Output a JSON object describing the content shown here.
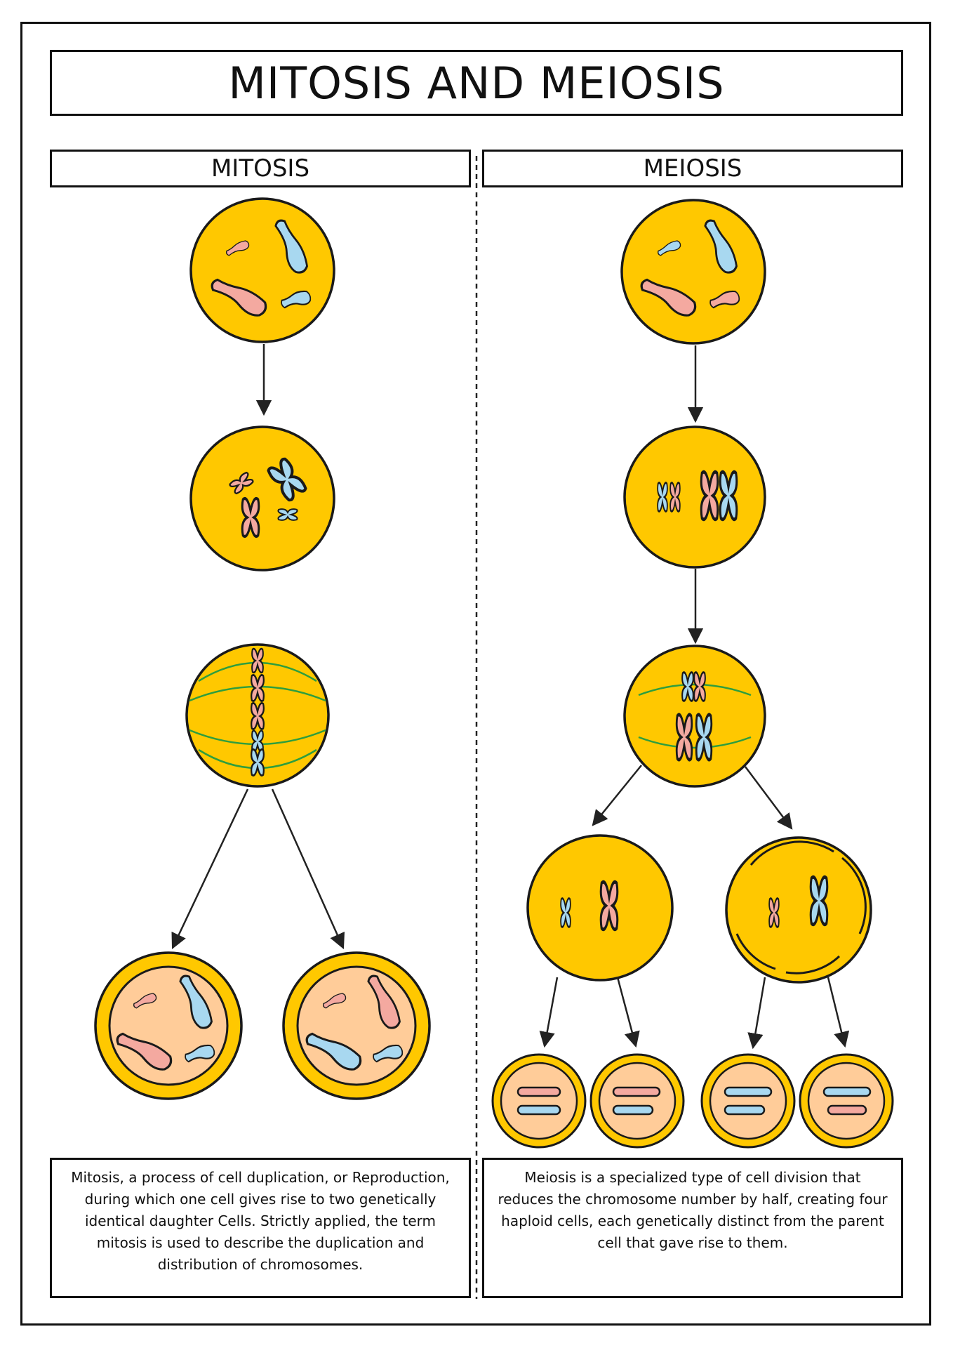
{
  "title": "MITOSIS AND MEIOSIS",
  "mitosis": {
    "heading": "MITOSIS",
    "description": "Mitosis, a process of cell duplication, or Reproduction, during which one cell gives rise to two genetically identical daughter Cells. Strictly applied, the term mitosis is used to describe the duplication and distribution of chromosomes."
  },
  "meiosis": {
    "heading": "MEIOSIS",
    "description": "Meiosis is a specialized type of cell division that reduces the chromosome number by half, creating four haploid cells, each genetically distinct from the parent cell that gave rise to them."
  },
  "colors": {
    "cell_fill": "#FFC800",
    "cell_inner": "#FFCC99",
    "outline": "#1A1A1A",
    "chromosome_pink": "#F4A9A0",
    "chromosome_blue": "#A8D8F0",
    "spindle_green": "#2E9E3E",
    "arrow": "#222222"
  }
}
